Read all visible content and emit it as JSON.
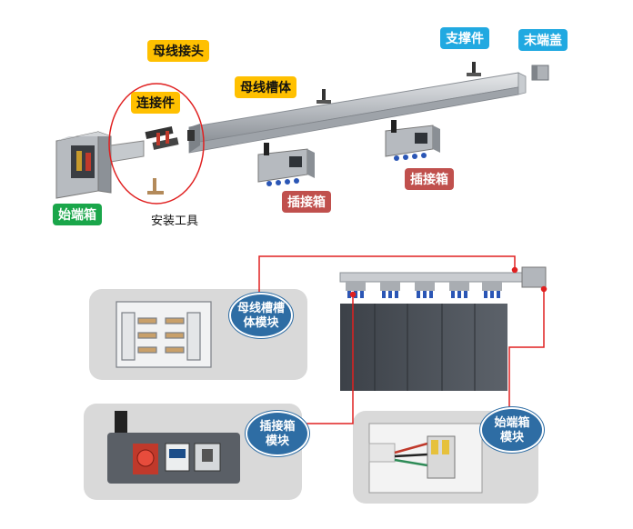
{
  "labels": {
    "busbar_connector": "母线接头",
    "connector_part": "连接件",
    "busbar_trough": "母线槽体",
    "support_part": "支撑件",
    "end_cap": "末端盖",
    "start_box": "始端箱",
    "plug_box_1": "插接箱",
    "plug_box_2": "插接箱",
    "install_tool": "安装工具"
  },
  "modules": {
    "trough_module_line1": "母线槽槽",
    "trough_module_line2": "体模块",
    "plug_module_line1": "插接箱",
    "plug_module_line2": "模块",
    "start_module_line1": "始端箱",
    "start_module_line2": "模块"
  },
  "colors": {
    "yellow": "#ffc000",
    "blue": "#21a9e1",
    "green": "#1aa64a",
    "red": "#c0504d",
    "module_blue": "#2e6da4",
    "connector_line": "#e02020"
  }
}
